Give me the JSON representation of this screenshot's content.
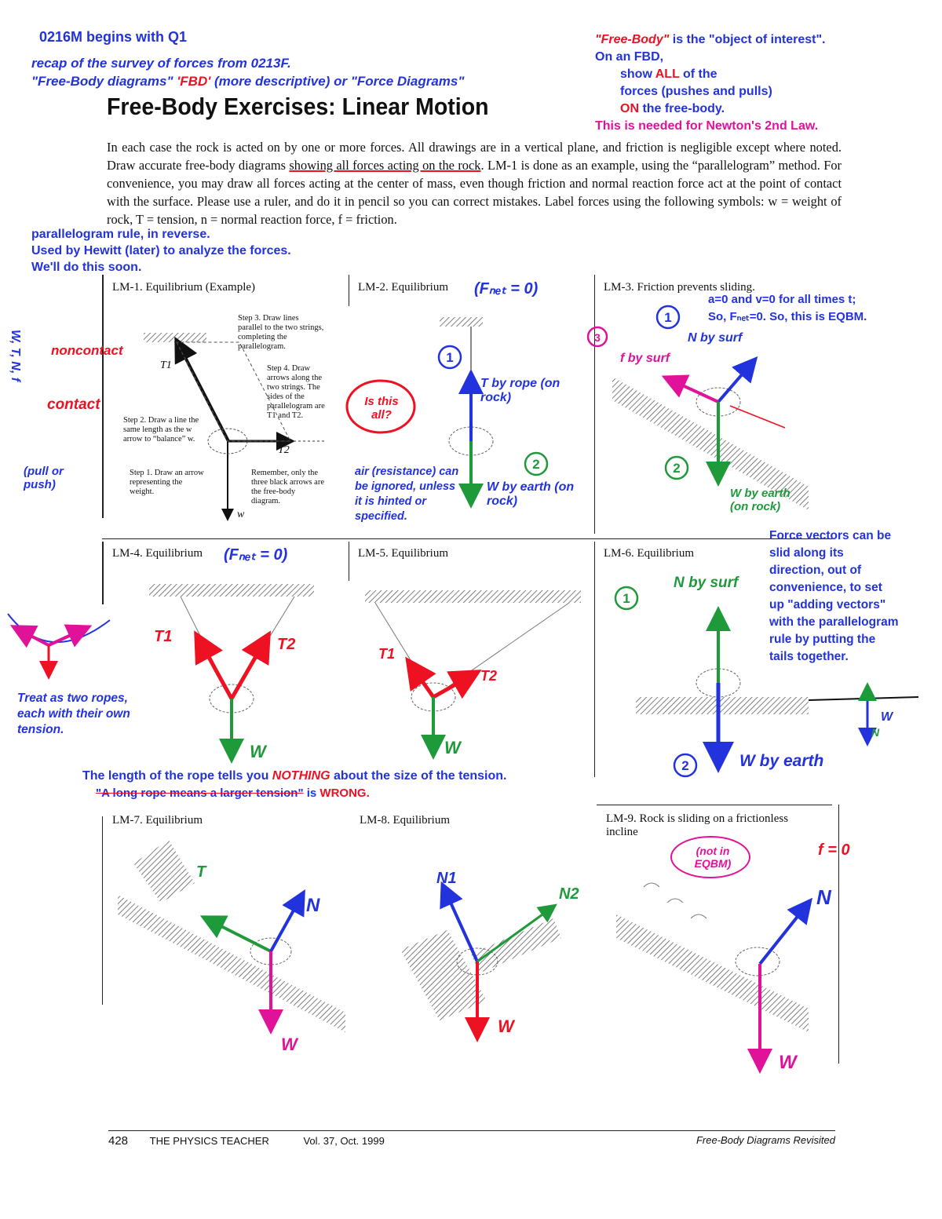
{
  "notes": {
    "top_left": {
      "line1": "0216M begins with Q1",
      "line2": "recap of the survey of forces from 0213F.",
      "line3a": "\"Free-Body diagrams\" ",
      "line3b": "'FBD'",
      "line3c": " (more descriptive) or \"Force Diagrams\""
    },
    "top_right": {
      "l1a": "\"Free-Body\"",
      "l1b": " is the \"object of interest\".",
      "l2": "On an FBD,",
      "l3a": "show ",
      "l3b": "ALL",
      "l3c": " of the",
      "l4": "forces (pushes and pulls)",
      "l5a": "ON",
      "l5b": " the free-body.",
      "l6": "This is needed for Newton's 2nd Law."
    },
    "parallelogram": {
      "l1": "parallelogram rule, in reverse.",
      "l2": "Used by Hewitt (later) to analyze the forces.",
      "l3": "We'll do this soon."
    },
    "side_left": {
      "noncontact": "noncontact",
      "contact": "contact",
      "pull_push": "(pull or push)",
      "vertical": "W, T, N, f"
    },
    "lm2": {
      "fnet": "(Fₙₑₜ = 0)",
      "t": "T by rope (on rock)",
      "w": "W by earth (on rock)",
      "is_this_all": "Is this all?",
      "air": "air (resistance) can be ignored, unless it is hinted or specified."
    },
    "lm3": {
      "a0": "a=0 and v=0 for all times t;",
      "so": "So, Fₙₑₜ=0. So, this is EQBM.",
      "n": "N by surf",
      "f": "f by surf",
      "w": "W by earth (on rock)"
    },
    "lm4": {
      "fnet": "(Fₙₑₜ = 0)",
      "t1": "T1",
      "t2": "T2",
      "w": "W",
      "treat": "Treat as two ropes, each with their own tension."
    },
    "lm5": {
      "t1": "T1",
      "t2": "T2",
      "w": "W"
    },
    "lm6": {
      "n": "N by surf",
      "w": "W by earth",
      "slide": "Force vectors can be slid along its direction, out of convenience, to set up \"adding vectors\" with the parallelogram rule by putting the tails together.",
      "n_small": "N",
      "w_small": "W"
    },
    "rope_length": {
      "l1a": "The length of the rope tells you ",
      "l1b": "NOTHING",
      "l1c": " about the size of the tension.",
      "l2a": "\"A long rope means a larger tension\"",
      "l2b": " is ",
      "l2c": "WRONG."
    },
    "lm7": {
      "t": "T",
      "n": "N",
      "w": "W"
    },
    "lm8": {
      "n1": "N1",
      "n2": "N2",
      "w": "W"
    },
    "lm9": {
      "f0": "f = 0",
      "not_eqbm": "(not in EQBM)",
      "n": "N",
      "w": "W"
    }
  },
  "title": "Free-Body Exercises: Linear Motion",
  "intro": {
    "p1": "In each case the rock is acted on by one or more forces. All drawings are in a vertical plane, and friction is negligible except where noted. Draw accurate free-body diagrams ",
    "p1u": "showing all forces acting on the rock",
    "p2": ". LM-1 is done as an example, using the “parallelogram” method. For convenience, you may draw all forces acting at the center of mass, even though friction and normal reaction force act at the point of contact with the surface. Please use a ruler, and do it in pencil so you can correct mistakes. Label forces using the following symbols: w = weight of rock, T = tension, n = normal reaction force, f = friction."
  },
  "panels": {
    "lm1": "LM-1. Equilibrium (Example)",
    "lm2": "LM-2. Equilibrium",
    "lm3": "LM-3. Friction prevents sliding.",
    "lm4": "LM-4. Equilibrium",
    "lm5": "LM-5. Equilibrium",
    "lm6": "LM-6. Equilibrium",
    "lm7": "LM-7. Equilibrium",
    "lm8": "LM-8. Equilibrium",
    "lm9a": "LM-9. Rock is sliding on a frictionless",
    "lm9b": "incline"
  },
  "lm1_steps": {
    "s1": "Step 1. Draw an arrow representing the weight.",
    "s2": "Step 2. Draw a line the same length as the w arrow to “balance” w.",
    "s3": "Step 3. Draw lines parallel to the two strings, completing the parallelogram.",
    "s4": "Step 4. Draw arrows along the two strings. The sides of the parallelogram are T1 and T2.",
    "remember": "Remember, only the three black arrows are the free-body diagram.",
    "t1": "T1",
    "t2": "T2",
    "w": "w"
  },
  "footer": {
    "page": "428",
    "journal": "THE PHYSICS TEACHER",
    "volume": "Vol. 37, Oct. 1999",
    "article": "Free-Body Diagrams Revisited"
  },
  "colors": {
    "blue": "#2233dd",
    "red": "#ee1122",
    "pink": "#e0129a",
    "green": "#1f9a3a"
  }
}
